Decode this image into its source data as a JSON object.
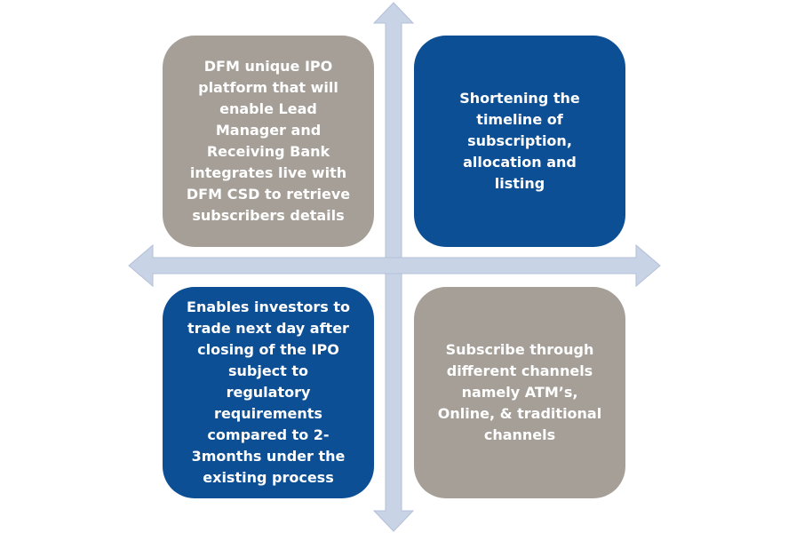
{
  "colors": {
    "gray_box": "#a59f97",
    "blue_box": "#0d4f94",
    "arrow_fill": "#c9d3e6",
    "arrow_stroke": "#b3c0d9",
    "text": "#ffffff"
  },
  "quadrants": {
    "top_left": {
      "text": "DFM unique IPO platform that will enable Lead Manager and Receiving Bank integrates live with DFM CSD to retrieve subscribers details",
      "color": "gray"
    },
    "top_right": {
      "text": "Shortening the timeline of subscription, allocation and listing",
      "color": "blue"
    },
    "bottom_left": {
      "text": "Enables investors to trade next day after closing of the IPO subject to regulatory requirements compared to 2-3months under the existing process",
      "color": "blue"
    },
    "bottom_right": {
      "text": "Subscribe through different channels namely ATM’s, Online, & traditional channels",
      "color": "gray"
    }
  },
  "axes": {
    "horizontal_arrow": "double-headed-arrow",
    "vertical_arrow": "double-headed-arrow"
  }
}
